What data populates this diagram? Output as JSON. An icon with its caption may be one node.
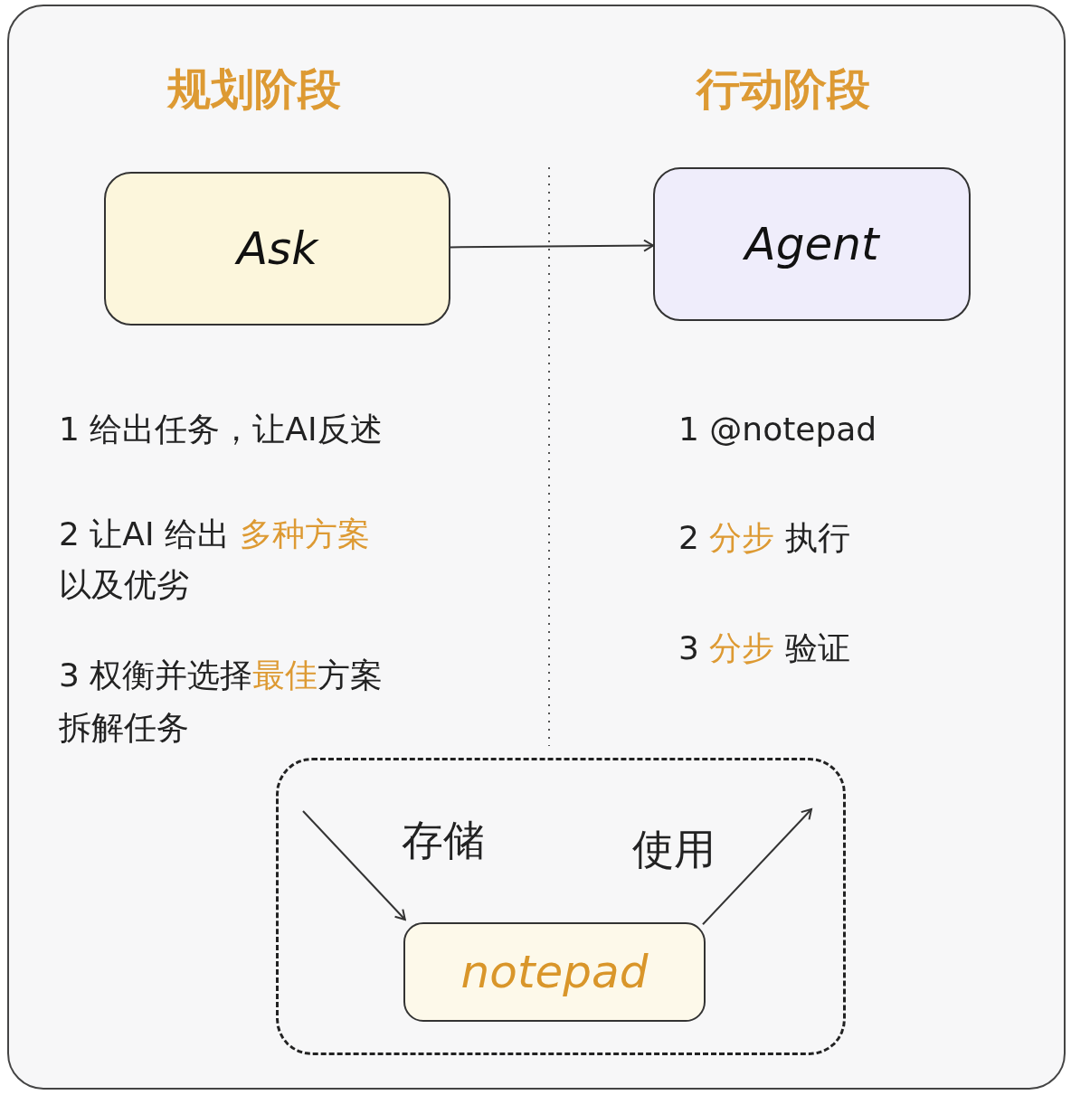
{
  "diagram": {
    "nodes": [
      {
        "text": [
          "Ask"
        ]
      },
      {
        "text": [
          "Agent"
        ]
      },
      {
        "text": [],
        "shape": "box"
      },
      {
        "text": [
          "notepad"
        ],
        "in": 2
      }
    ],
    "edges": [
      {
        "from": 0,
        "to": 1,
        "arrow": "to"
      },
      {
        "from": null,
        "to": 3,
        "arrow": "to",
        "label": "存储"
      },
      {
        "from": 3,
        "to": null,
        "arrow": "to",
        "label": "使用"
      }
    ],
    "labels": [
      "规划阶段",
      "行动阶段",
      "1 给出任务，让AI反述",
      "1 @notepad",
      "2 让AI 给出 **多种方案**以及优劣",
      "2 **分步** 执行",
      "3 权衡并选择**最佳**方案拆解任务",
      "3 **分步** 验证"
    ]
  }
}
